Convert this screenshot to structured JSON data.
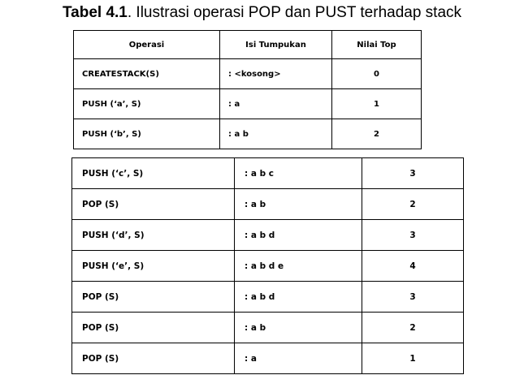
{
  "caption": {
    "label": "Tabel 4.1",
    "text": ". Ilustrasi operasi POP dan PUST terhadap stack"
  },
  "table_top": {
    "headers": [
      "Operasi",
      "Isi Tumpukan",
      "Nilai Top"
    ],
    "rows": [
      [
        "CREATESTACK(S)",
        ": <kosong>",
        "0"
      ],
      [
        "PUSH (‘a’, S)",
        ": a",
        "1"
      ],
      [
        "PUSH (‘b’, S)",
        ": a b",
        "2"
      ]
    ]
  },
  "table_bottom": {
    "rows": [
      [
        "PUSH (‘c’, S)",
        ": a b c",
        "3"
      ],
      [
        "POP (S)",
        ": a b",
        "2"
      ],
      [
        "PUSH (‘d’, S)",
        ": a b d",
        "3"
      ],
      [
        "PUSH (‘e’, S)",
        ": a b d e",
        "4"
      ],
      [
        "POP (S)",
        ": a b d",
        "3"
      ],
      [
        "POP (S)",
        ": a b",
        "2"
      ],
      [
        "POP (S)",
        ": a",
        "1"
      ]
    ]
  }
}
